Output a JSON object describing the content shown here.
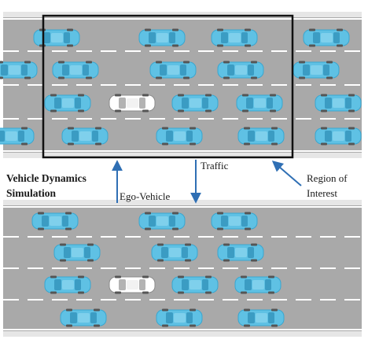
{
  "labels": {
    "vehicle_dynamics_line1": "Vehicle Dynamics",
    "vehicle_dynamics_line2": "Simulation",
    "traffic": "Traffic",
    "ego_vehicle": "Ego-Vehicle",
    "region_line1": "Region of",
    "region_line2": "Interest"
  },
  "colors": {
    "road": "#a9a9a9",
    "road_edge": "#e6e6e6",
    "lane_marking": "#ffffff",
    "traffic_car": "#5fc1e4",
    "traffic_car_dark": "#2f8fb8",
    "ego_car": "#ffffff",
    "arrow": "#2f6fb4",
    "region_box": "#111111"
  },
  "lanes_per_road": 4
}
